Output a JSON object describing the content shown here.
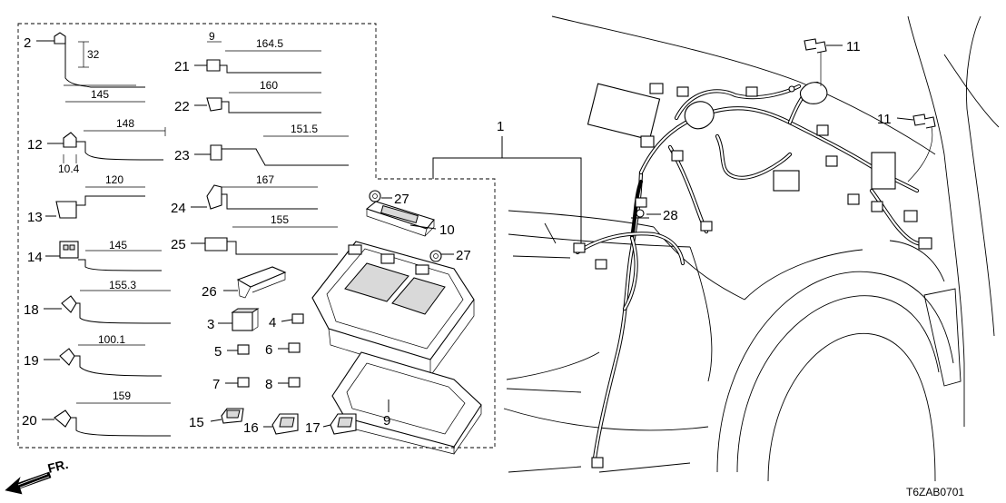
{
  "diagram": {
    "code": "T6ZAB0701",
    "direction_label": "FR.",
    "callouts": {
      "c1": "1",
      "c2": "2",
      "c3": "3",
      "c4": "4",
      "c5": "5",
      "c6": "6",
      "c7": "7",
      "c8": "8",
      "c9": "9",
      "c10": "10",
      "c11a": "11",
      "c11b": "11",
      "c12": "12",
      "c13": "13",
      "c14": "14",
      "c15": "15",
      "c16": "16",
      "c17": "17",
      "c18": "18",
      "c19": "19",
      "c20": "20",
      "c21": "21",
      "c22": "22",
      "c23": "23",
      "c24": "24",
      "c25": "25",
      "c26": "26",
      "c27a": "27",
      "c27b": "27",
      "c28": "28"
    },
    "dimensions": {
      "d2_height": "32",
      "d2_length": "145",
      "d12_length": "148",
      "d12_offset": "10.4",
      "d13": "120",
      "d14": "145",
      "d18": "155.3",
      "d19": "100.1",
      "d20": "159",
      "d21_head": "9",
      "d21_length": "164.5",
      "d22": "160",
      "d23": "151.5",
      "d24": "167",
      "d25": "155"
    },
    "colors": {
      "line": "#000000",
      "background": "#ffffff",
      "fill": "#d9d9d9"
    }
  }
}
